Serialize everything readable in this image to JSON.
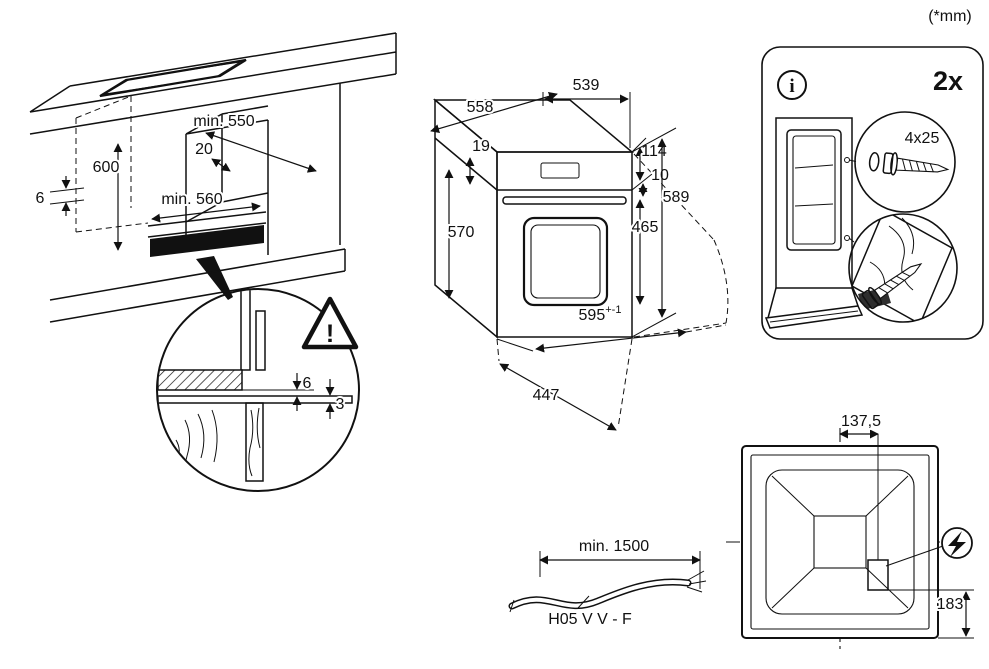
{
  "units_label": "(*mm)",
  "cabinet": {
    "height": "600",
    "gap_left": "6",
    "depth_min": "min. 550",
    "top_clearance": "20",
    "width_min": "min. 560"
  },
  "junction_detail": {
    "gap": "6",
    "panel_thickness": "3",
    "warning_mark": "!"
  },
  "oven": {
    "depth_top": "558",
    "width_back": "539",
    "trim": "19",
    "panel_height": "114",
    "gap": "10",
    "height_total": "589",
    "door_height": "465",
    "depth_side": "570",
    "width_front": "595",
    "width_front_tolerance": "+-1",
    "depth_open": "447"
  },
  "hardware": {
    "quantity": "2x",
    "info_symbol": "i",
    "screw_spec": "4x25"
  },
  "power_cable": {
    "length_min": "min. 1500",
    "cable_type": "H05 V V - F"
  },
  "rear_view": {
    "offset_center": "137,5",
    "offset_bottom": "183"
  }
}
